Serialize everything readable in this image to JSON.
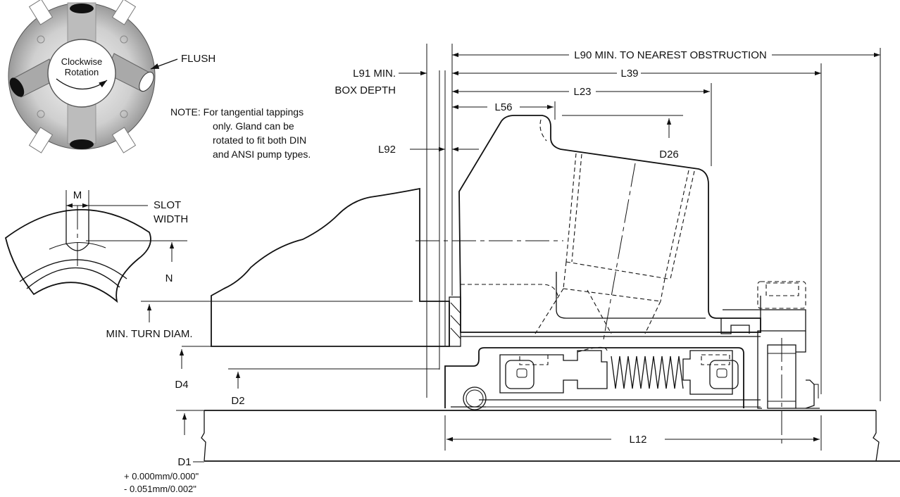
{
  "diagram": {
    "dimensions": {
      "l90": "L90 MIN. TO NEAREST OBSTRUCTION",
      "l39": "L39",
      "l23": "L23",
      "l56": "L56",
      "l91_line1": "L91 MIN.",
      "l91_line2": "BOX DEPTH",
      "l92": "L92",
      "d26": "D26",
      "m": "M",
      "slot_line1": "SLOT",
      "slot_line2": "WIDTH",
      "n": "N",
      "min_turn": "MIN. TURN DIAM.",
      "d4": "D4",
      "d2": "D2",
      "d1": "D1",
      "l12": "L12",
      "tol_plus": "+ 0.000mm/0.000\"",
      "tol_minus": "- 0.051mm/0.002\""
    },
    "gland_view": {
      "rotation_line1": "Clockwise",
      "rotation_line2": "Rotation",
      "flush": "FLUSH"
    },
    "note": {
      "line1": "NOTE:  For tangential tappings",
      "line2": "only. Gland can be",
      "line3": "rotated to fit both DIN",
      "line4": "and ANSI pump types."
    },
    "colors": {
      "line": "#111111",
      "gland_shade": "#c9c9c9",
      "gland_dark": "#7d7d7d"
    }
  }
}
